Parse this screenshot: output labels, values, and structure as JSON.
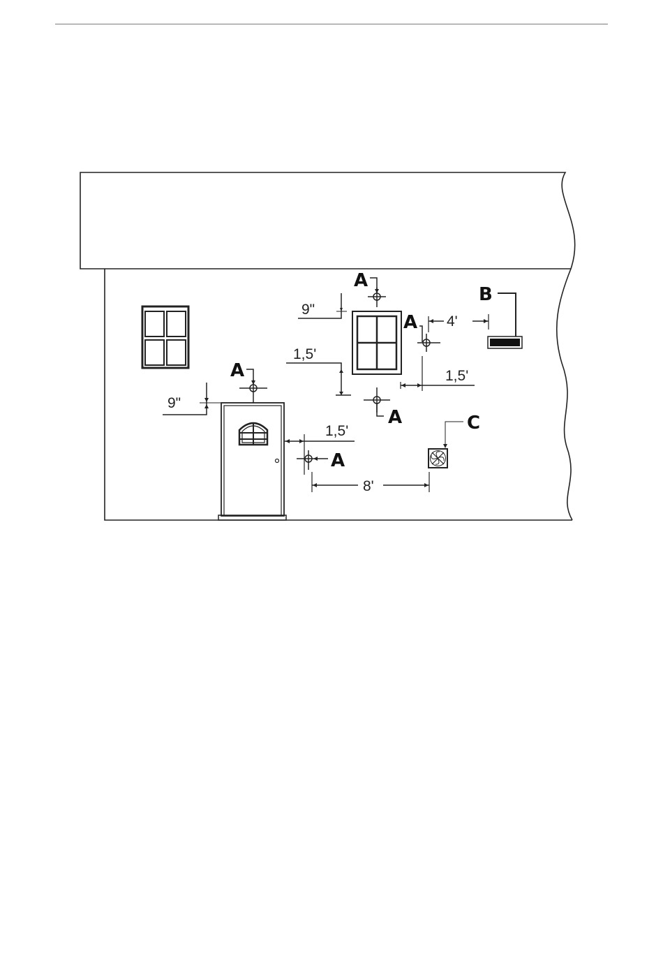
{
  "diagram": {
    "callouts": {
      "a_top_window": "A",
      "a_right_window": "A",
      "a_below_window": "A",
      "a_above_door": "A",
      "a_beside_door": "A",
      "b": "B",
      "c": "C"
    },
    "dimensions": {
      "above_window": "9\"",
      "below_window": "1,5'",
      "right_of_window": "1,5'",
      "to_b": "4'",
      "above_door": "9\"",
      "beside_door": "1,5'",
      "to_c": "8'"
    }
  }
}
